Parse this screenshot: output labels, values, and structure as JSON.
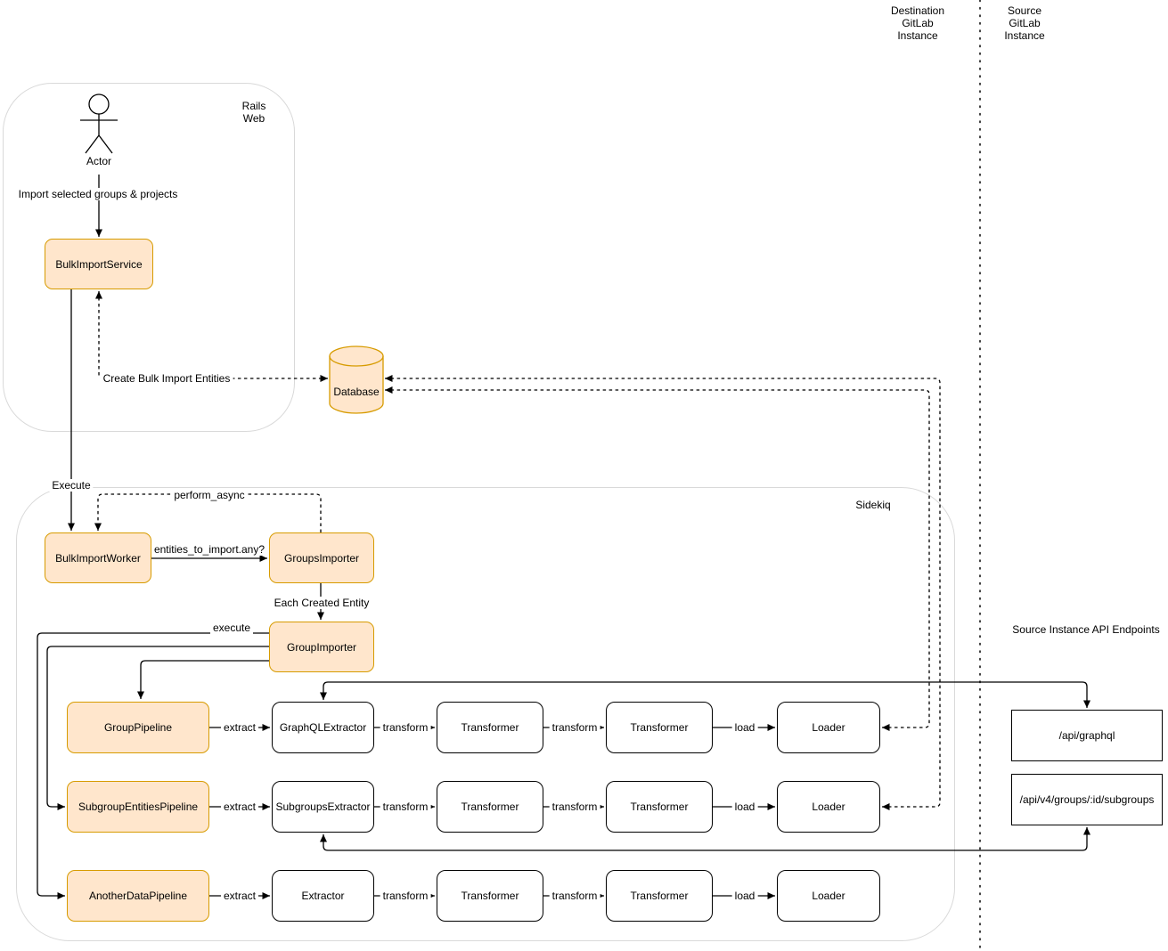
{
  "instance_labels": {
    "destination": "Destination\nGitLab\nInstance",
    "source": "Source\nGitLab\nInstance"
  },
  "containers": {
    "rails_web": "Rails\nWeb",
    "sidekiq": "Sidekiq"
  },
  "actor_label": "Actor",
  "nodes": {
    "bulk_import_service": "BulkImportService",
    "database": "Database",
    "bulk_import_worker": "BulkImportWorker",
    "groups_importer": "GroupsImporter",
    "group_importer": "GroupImporter"
  },
  "pipelines": [
    {
      "pipeline": "GroupPipeline",
      "extractor": "GraphQLExtractor",
      "transformer1": "Transformer",
      "transformer2": "Transformer",
      "loader": "Loader"
    },
    {
      "pipeline": "SubgroupEntitiesPipeline",
      "extractor": "SubgroupsExtractor",
      "transformer1": "Transformer",
      "transformer2": "Transformer",
      "loader": "Loader"
    },
    {
      "pipeline": "AnotherDataPipeline",
      "extractor": "Extractor",
      "transformer1": "Transformer",
      "transformer2": "Transformer",
      "loader": "Loader"
    }
  ],
  "edge_labels": {
    "import_selected": "Import selected groups & projects",
    "create_entities": "Create Bulk Import Entities",
    "execute": "Execute",
    "perform_async": "perform_async",
    "entities_to_import": "entities_to_import.any?",
    "each_created_entity": "Each Created Entity",
    "execute_pipeline": "execute",
    "extract": "extract",
    "transform": "transform",
    "load": "load"
  },
  "api": {
    "title": "Source Instance API Endpoints",
    "endpoints": [
      "/api/graphql",
      "/api/v4/groups/:id/subgroups"
    ]
  },
  "colors": {
    "node_fill": "#FFE6CC",
    "node_border": "#D79B00",
    "plain_border": "#000000",
    "container_border": "#D9D9D9"
  }
}
